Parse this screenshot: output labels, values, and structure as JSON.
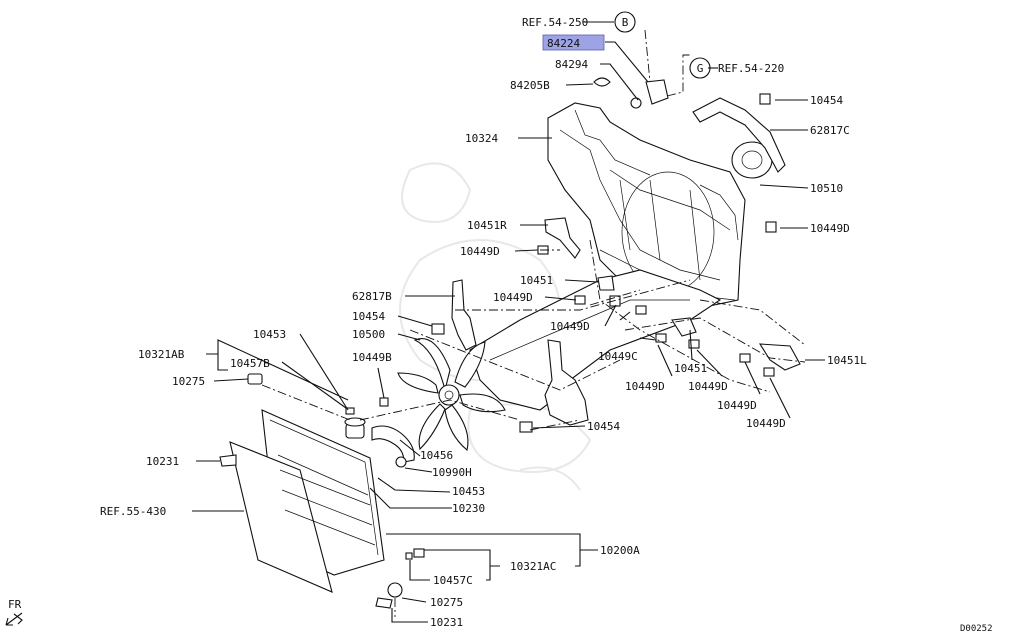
{
  "diagram": {
    "highlighted_part": "84224",
    "drawing_code": "D00252",
    "fr_label": "FR",
    "circle_refs": [
      {
        "id": "B",
        "ref": "REF.54-250"
      },
      {
        "id": "G",
        "ref": "REF.54-220"
      }
    ],
    "ref_labels": {
      "ref_55_430": "REF.55-430"
    },
    "labels": [
      "84224",
      "84294",
      "84205B",
      "10324",
      "10454",
      "62817C",
      "10510",
      "10451R",
      "10449D",
      "10449D",
      "10451",
      "10449D",
      "10449D",
      "62817B",
      "10454",
      "10500",
      "10453",
      "10321AB",
      "10457B",
      "10449B",
      "10275",
      "10449C",
      "10451",
      "10449D",
      "10449D",
      "10451L",
      "10449D",
      "10449D",
      "10454",
      "10456",
      "10990H",
      "10231",
      "10453",
      "10230",
      "10200A",
      "10321AC",
      "10457C",
      "10275",
      "10231"
    ]
  }
}
